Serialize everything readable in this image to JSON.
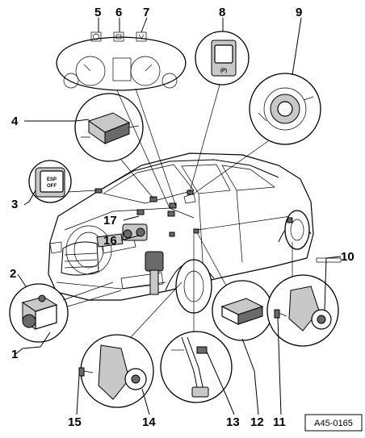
{
  "labels": [
    "1",
    "2",
    "3",
    "4",
    "5",
    "6",
    "7",
    "8",
    "9",
    "10",
    "11",
    "12",
    "13",
    "14",
    "15",
    "16",
    "17"
  ],
  "esp_button": {
    "line1": "ESP",
    "line2": "OFF"
  },
  "reference": "A45-0165",
  "colors": {
    "line": "#000000",
    "shade": "#c8c8c8",
    "dark": "#6a6a6a",
    "background": "#ffffff"
  }
}
